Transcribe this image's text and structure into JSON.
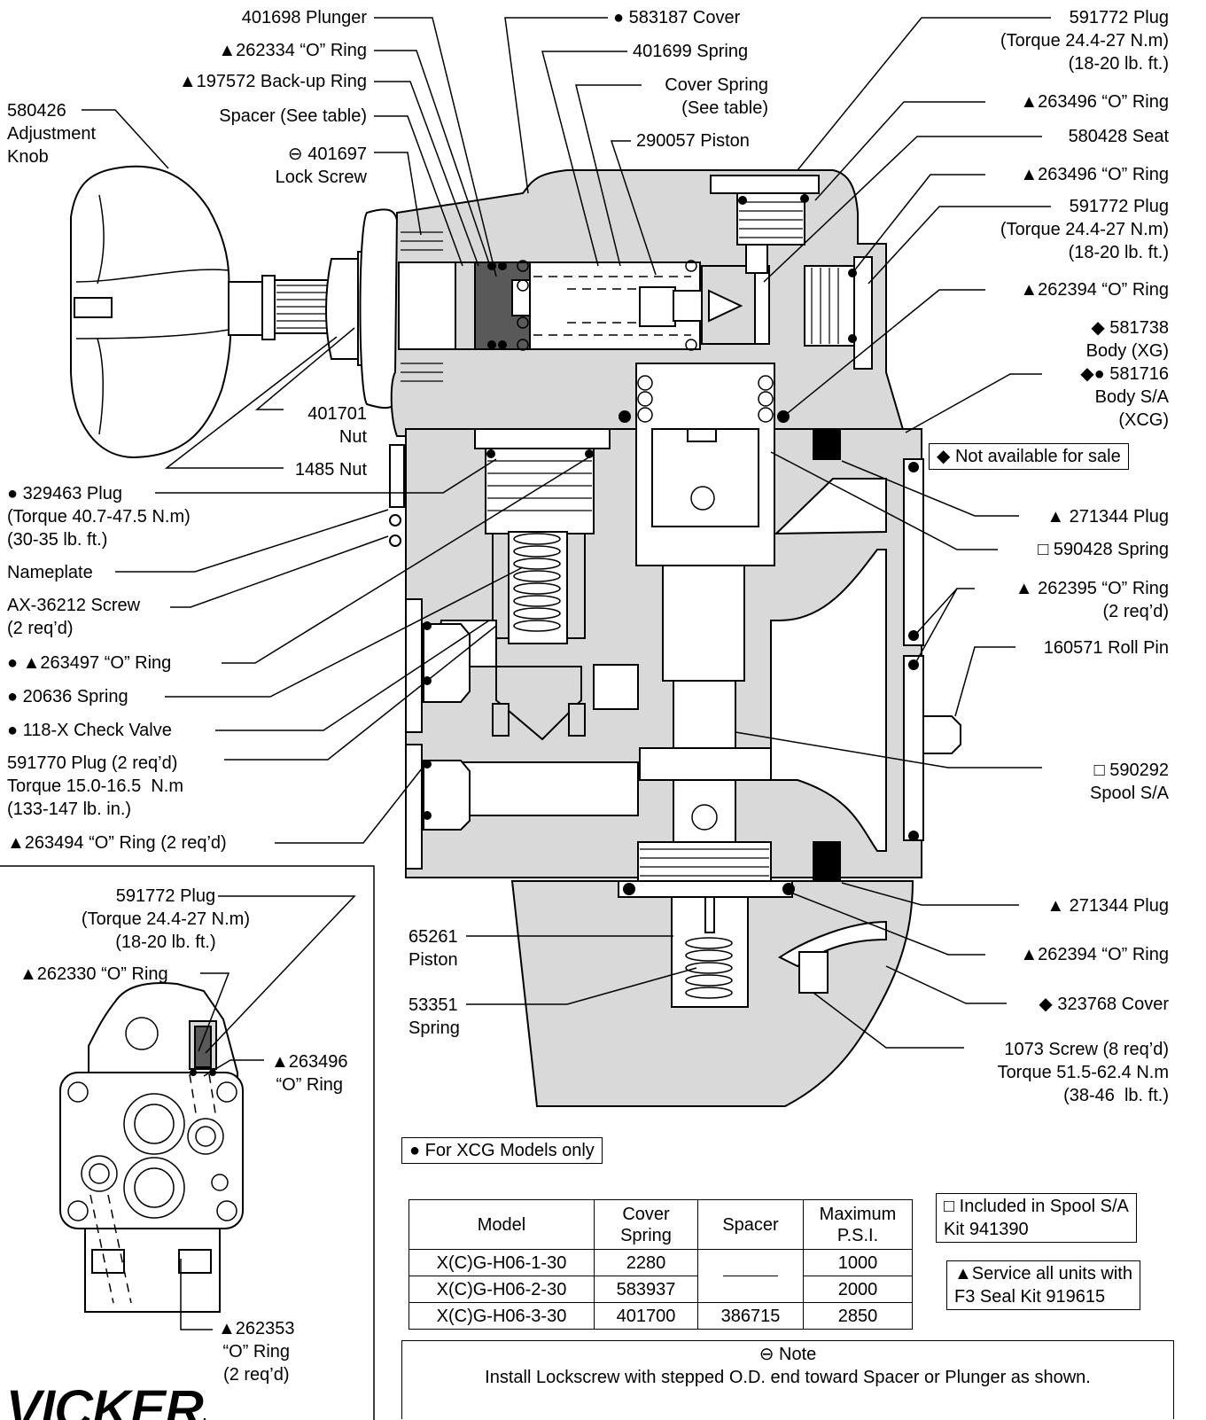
{
  "callouts": [
    {
      "id": "plunger",
      "text": "401698 Plunger",
      "sym": ""
    },
    {
      "id": "oring-262334",
      "text": "262334 “O” Ring",
      "sym": "▲"
    },
    {
      "id": "backup-197572",
      "text": "197572 Back-up Ring",
      "sym": "▲"
    },
    {
      "id": "spacer",
      "text": "Spacer (See table)",
      "sym": ""
    },
    {
      "id": "lockscrew",
      "text": "401697\nLock Screw",
      "sym": "⊖ "
    },
    {
      "id": "knob",
      "text": "580426\nAdjustment\nKnob",
      "sym": ""
    },
    {
      "id": "cover-583187",
      "text": "583187 Cover",
      "sym": "● "
    },
    {
      "id": "spring-401699",
      "text": "401699 Spring",
      "sym": ""
    },
    {
      "id": "cover-spring",
      "text": "Cover Spring\n(See table)",
      "sym": ""
    },
    {
      "id": "piston-290057",
      "text": "290057 Piston",
      "sym": ""
    },
    {
      "id": "plug-591772-top",
      "text": "591772 Plug\n(Torque 24.4-27 N.m)\n(18-20 lb. ft.)",
      "sym": ""
    },
    {
      "id": "oring-263496-a",
      "text": "263496 “O” Ring",
      "sym": "▲"
    },
    {
      "id": "seat-580428",
      "text": "580428 Seat",
      "sym": ""
    },
    {
      "id": "oring-263496-b",
      "text": "263496 “O” Ring",
      "sym": "▲"
    },
    {
      "id": "plug-591772-mid",
      "text": "591772 Plug\n(Torque 24.4-27 N.m)\n(18-20 lb. ft.)",
      "sym": ""
    },
    {
      "id": "oring-262394-a",
      "text": "262394 “O” Ring",
      "sym": "▲"
    },
    {
      "id": "body",
      "text": "◆ 581738\nBody (XG)\n◆● 581716\nBody S/A\n(XCG)",
      "sym": ""
    },
    {
      "id": "nut-401701",
      "text": "401701\nNut",
      "sym": ""
    },
    {
      "id": "nut-1485",
      "text": "1485 Nut",
      "sym": ""
    },
    {
      "id": "plug-329463",
      "text": "● 329463 Plug\n(Torque 40.7-47.5 N.m)\n(30-35 lb. ft.)",
      "sym": ""
    },
    {
      "id": "nameplate",
      "text": "Nameplate",
      "sym": ""
    },
    {
      "id": "screw-ax36212",
      "text": "AX-36212 Screw\n(2 req’d)",
      "sym": ""
    },
    {
      "id": "oring-263497",
      "text": "● ▲263497 “O” Ring",
      "sym": ""
    },
    {
      "id": "spring-20636",
      "text": "● 20636 Spring",
      "sym": ""
    },
    {
      "id": "check-118x",
      "text": "● 118-X Check Valve",
      "sym": ""
    },
    {
      "id": "plug-591770",
      "text": "591770 Plug (2 req’d)\nTorque 15.0-16.5  N.m\n(133-147 lb. in.)",
      "sym": ""
    },
    {
      "id": "oring-263494",
      "text": "▲263494 “O” Ring (2 req’d)",
      "sym": ""
    },
    {
      "id": "plug-271344-a",
      "text": "▲ 271344 Plug",
      "sym": ""
    },
    {
      "id": "spring-590428",
      "text": "□ 590428 Spring",
      "sym": ""
    },
    {
      "id": "oring-262395",
      "text": "▲ 262395 “O” Ring\n(2 req’d)",
      "sym": ""
    },
    {
      "id": "rollpin",
      "text": "160571 Roll Pin",
      "sym": ""
    },
    {
      "id": "spool",
      "text": "□ 590292\nSpool S/A",
      "sym": ""
    },
    {
      "id": "plug-271344-b",
      "text": "▲ 271344 Plug",
      "sym": ""
    },
    {
      "id": "oring-262394-b",
      "text": "▲262394 “O” Ring",
      "sym": ""
    },
    {
      "id": "cover-323768",
      "text": "◆ 323768 Cover",
      "sym": ""
    },
    {
      "id": "screw-1073",
      "text": "1073 Screw (8 req’d)\nTorque 51.5-62.4 N.m\n(38-46  lb. ft.)",
      "sym": ""
    },
    {
      "id": "piston-65261",
      "text": "65261\nPiston",
      "sym": ""
    },
    {
      "id": "spring-53351",
      "text": "53351\nSpring",
      "sym": ""
    },
    {
      "id": "inset-plug",
      "text": "591772 Plug\n(Torque 24.4-27 N.m)\n(18-20 lb. ft.)",
      "sym": ""
    },
    {
      "id": "inset-oring-262330",
      "text": "▲262330 “O” Ring",
      "sym": ""
    },
    {
      "id": "inset-oring-263496",
      "text": "▲263496\n“O” Ring",
      "sym": ""
    },
    {
      "id": "inset-oring-262353",
      "text": "▲262353\n“O” Ring\n(2 req’d)",
      "sym": ""
    }
  ],
  "legend": {
    "not_for_sale": "◆ Not available for sale",
    "xcg_only": "● For XCG Models only",
    "spool_kit": "□ Included in Spool S/A\nKit 941390",
    "seal_kit": "▲Service all units with\nF3 Seal Kit 919615"
  },
  "table": {
    "headers": [
      "Model",
      "Cover\nSpring",
      "Spacer",
      "Maximum\nP.S.I."
    ],
    "rows": [
      [
        "X(C)G-H06-1-30",
        "2280",
        "",
        "1000"
      ],
      [
        "X(C)G-H06-2-30",
        "583937",
        "",
        "2000"
      ],
      [
        "X(C)G-H06-3-30",
        "401700",
        "386715",
        "2850"
      ]
    ]
  },
  "note": {
    "title": "⊖ Note",
    "text": "Install Lockscrew with stepped O.D. end toward Spacer or Plunger as shown."
  },
  "brand": "VICKERS",
  "colors": {
    "body_fill": "#d9d9d9",
    "dark_fill": "#595959",
    "line": "#000000"
  }
}
